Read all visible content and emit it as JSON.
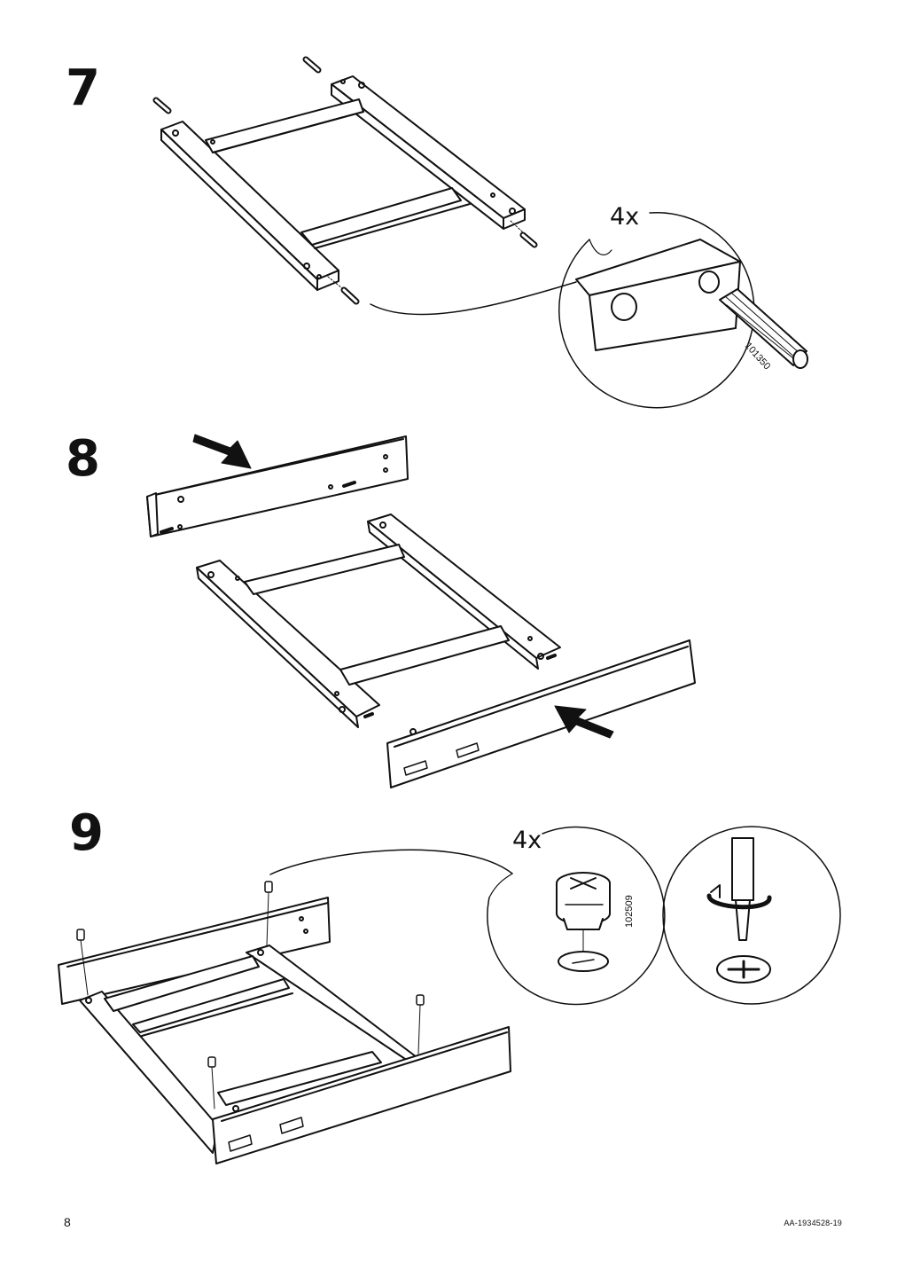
{
  "page": {
    "number": "8",
    "document_id": "AA-1934528-19"
  },
  "steps": [
    {
      "number": "7",
      "quantity": "4x",
      "part_number": "101350"
    },
    {
      "number": "8"
    },
    {
      "number": "9",
      "quantity": "4x",
      "part_number": "102509"
    }
  ],
  "colors": {
    "ink": "#111111",
    "paper": "#ffffff"
  }
}
